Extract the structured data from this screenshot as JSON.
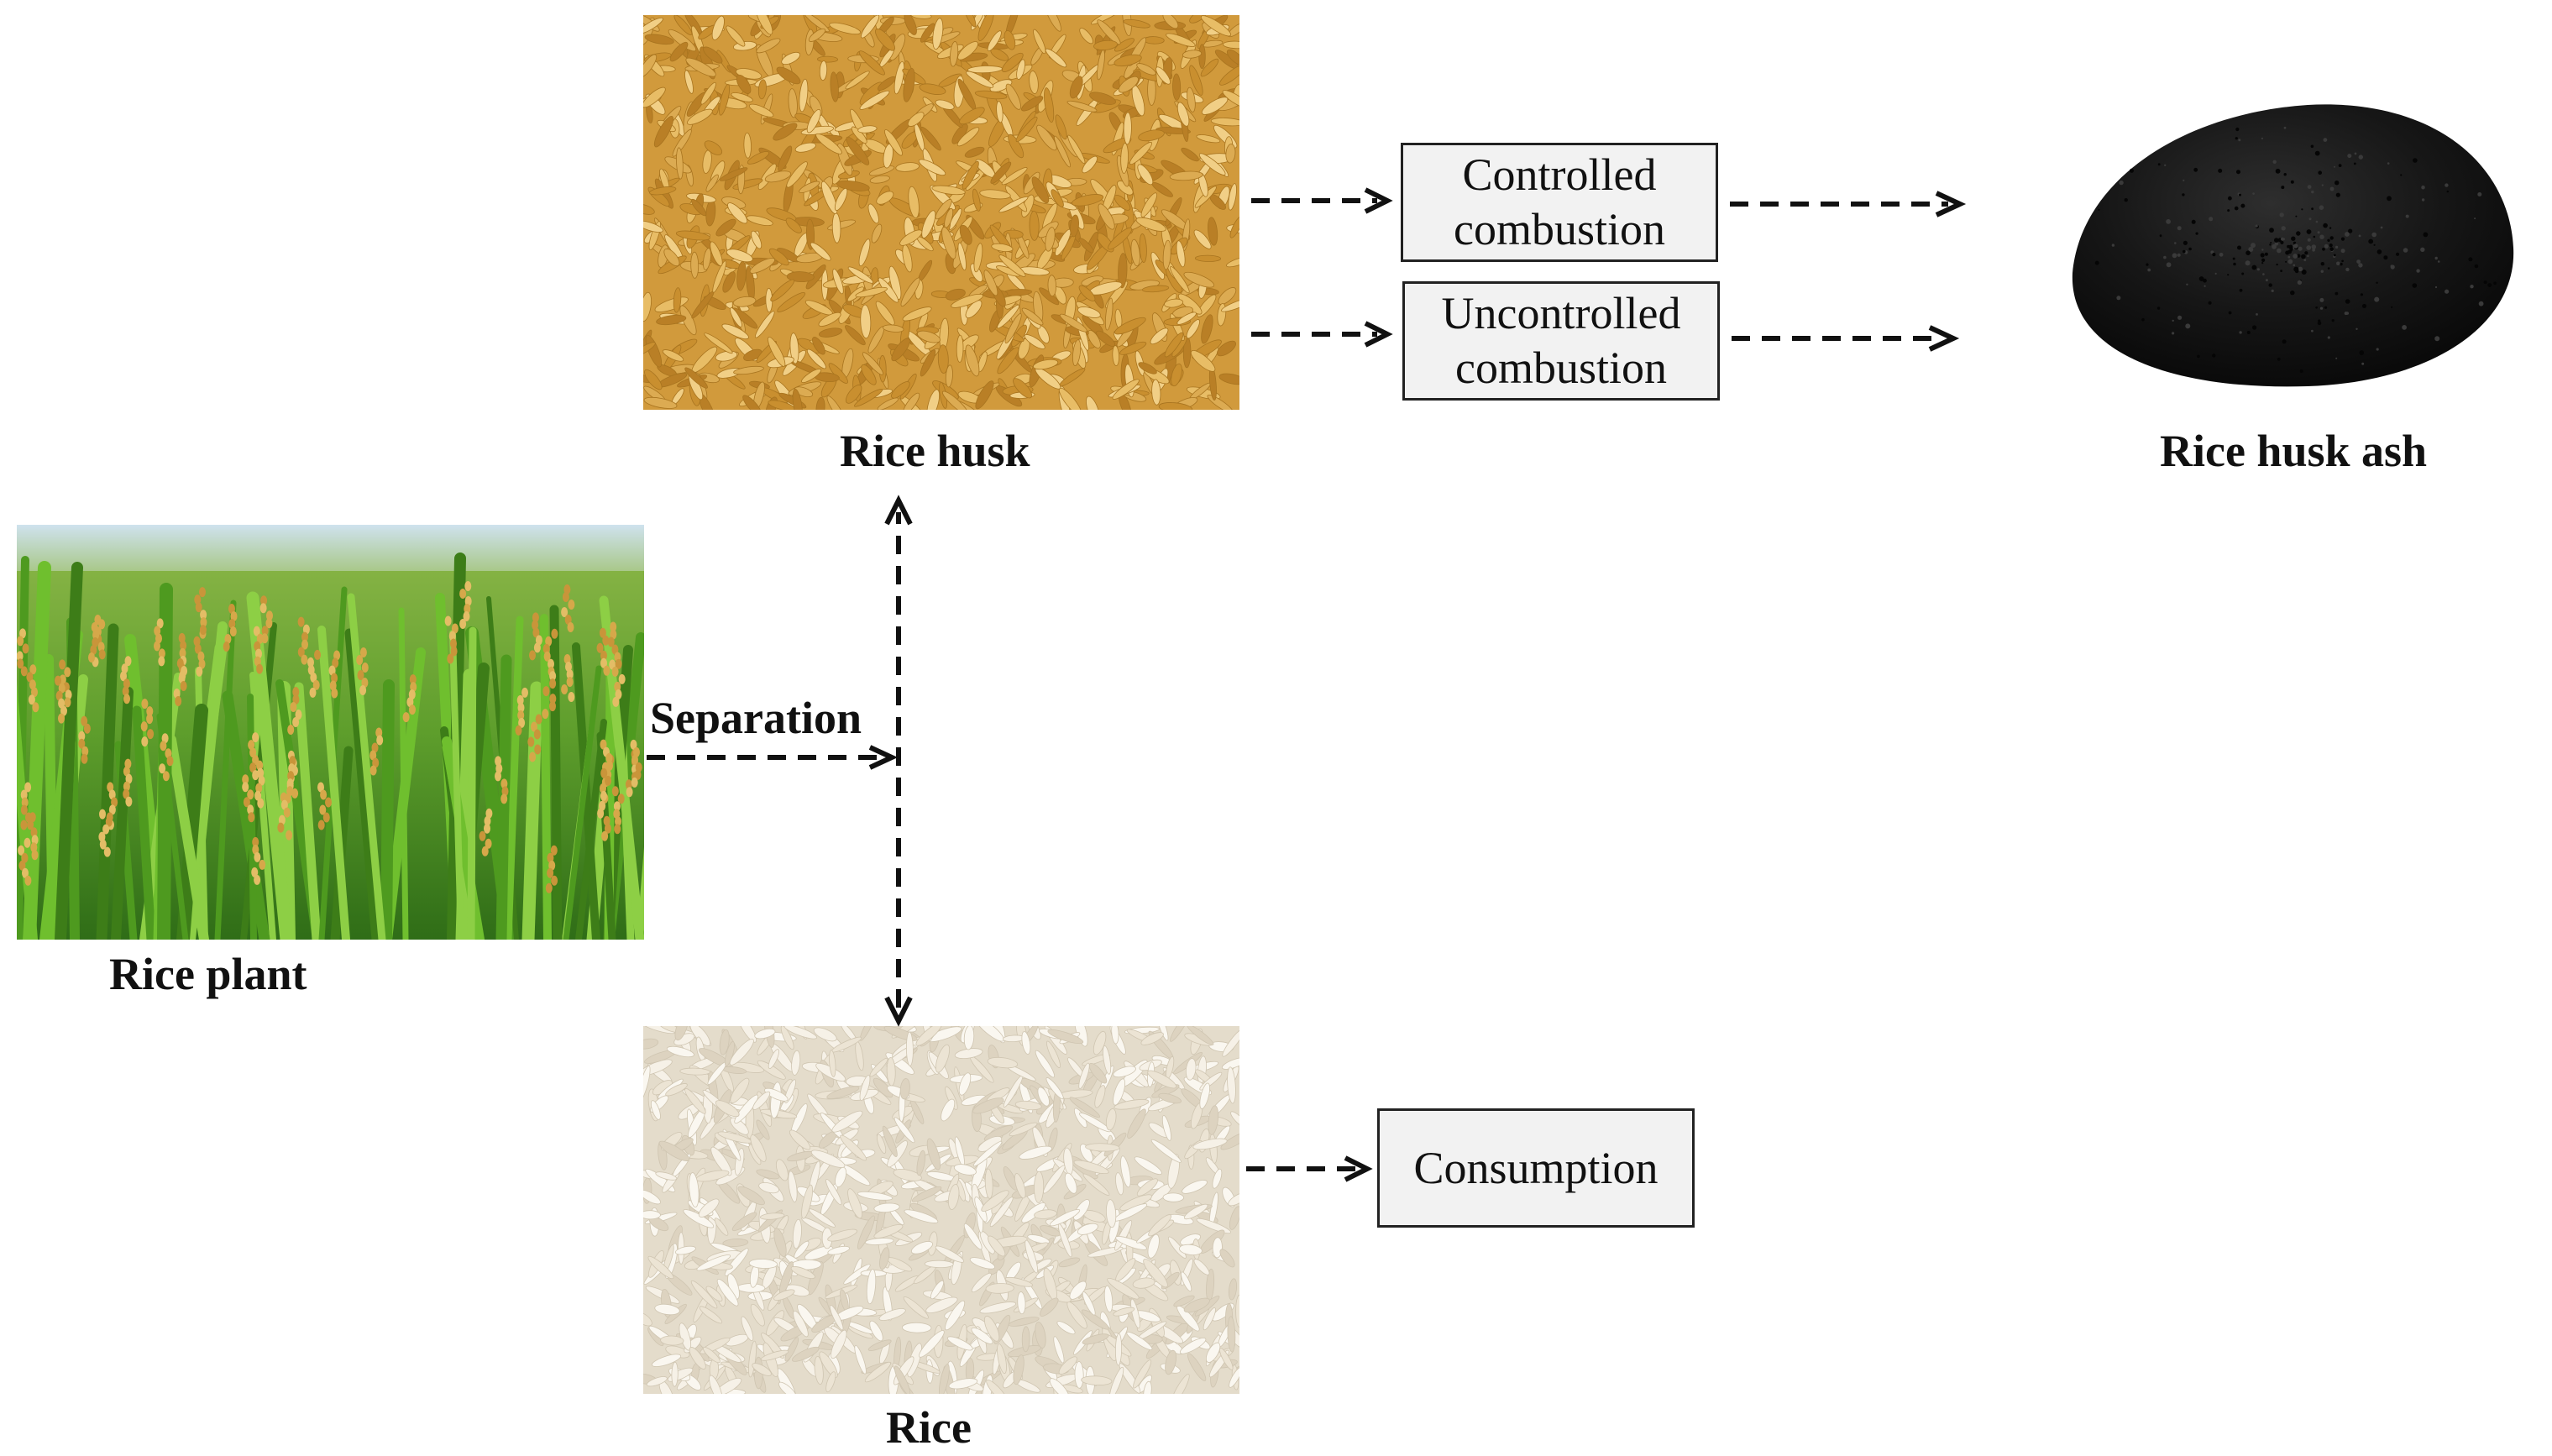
{
  "labels": {
    "rice_husk": "Rice husk",
    "rice_husk_ash": "Rice husk ash",
    "rice_plant": "Rice plant",
    "rice": "Rice",
    "separation": "Separation"
  },
  "boxes": {
    "controlled": [
      "Controlled",
      "combustion"
    ],
    "uncontrolled": [
      "Uncontrolled",
      "combustion"
    ],
    "consumption": "Consumption"
  },
  "colors": {
    "box_fill": "#f2f2f2",
    "arrow": "#111111",
    "husk": "#d9a94f",
    "ash": "#141414",
    "plant_green": "#4f9e2a",
    "grain": "#ece3d3"
  }
}
